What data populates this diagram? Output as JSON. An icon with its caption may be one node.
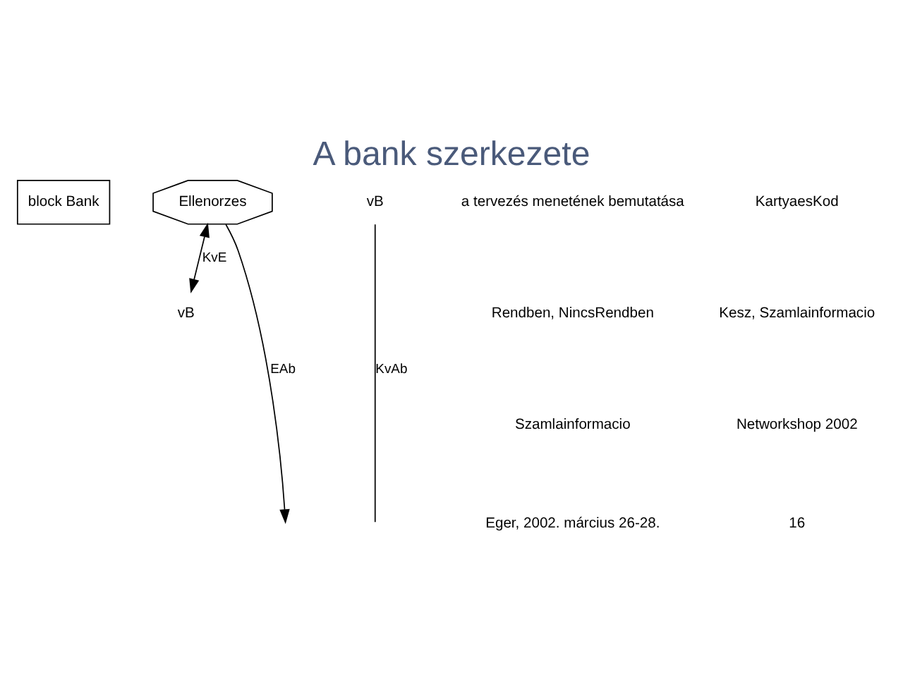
{
  "diagram": {
    "title": "A bank szerkezete",
    "nodes": [
      {
        "text": [
          "block Bank"
        ]
      },
      {
        "text": [
          "Ellenorzes"
        ]
      },
      {
        "text": [
          "vB"
        ]
      },
      {
        "text": [
          "vB"
        ]
      }
    ],
    "edges": [
      {
        "from": 1,
        "to": 2,
        "arrow": "both",
        "label": "KvE"
      },
      {
        "from": 1,
        "to": null,
        "arrow": "to",
        "label": "EAb"
      },
      {
        "from": 3,
        "to": null,
        "arrow": "none",
        "label": "KvAb"
      }
    ],
    "labels": [
      "a tervezés menetének bemutatása",
      "KartyaesKod",
      "Rendben, NincsRendben",
      "Kesz, Szamlainformacio",
      "Szamlainformacio",
      "Networkshop 2002",
      "Eger, 2002. március 26-28.",
      "16"
    ]
  }
}
